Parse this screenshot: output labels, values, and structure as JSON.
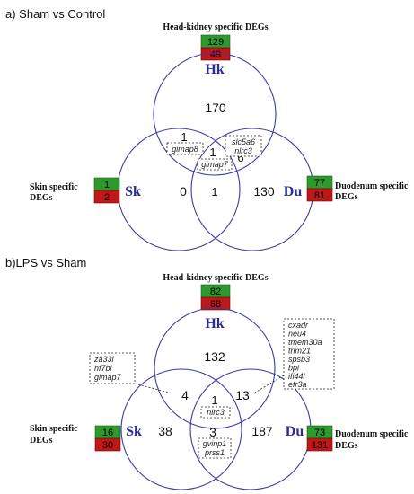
{
  "panel_a": {
    "title": "a) Sham vs Control",
    "hk_header": "Head-kidney specific DEGs",
    "hk_up": "129",
    "hk_down": "49",
    "skin_header_1": "Skin specific",
    "skin_header_2": "DEGs",
    "skin_up": "1",
    "skin_down": "2",
    "du_header_1": "Duodenum specific",
    "du_header_2": "DEGs",
    "du_up": "77",
    "du_down": "81",
    "circle_hk": "Hk",
    "circle_sk": "Sk",
    "circle_du": "Du",
    "n_hk_only": "170",
    "n_sk_only": "0",
    "n_du_only": "130",
    "n_hk_sk": "1",
    "n_hk_du": "6",
    "n_sk_du": "1",
    "n_all": "1",
    "gene_hk_sk": "gimap8",
    "gene_all": "gimap7",
    "genes_hk_du": [
      "slc5a6",
      "nlrc3"
    ]
  },
  "panel_b": {
    "title": "b)LPS vs Sham",
    "hk_header": "Head-kidney specific DEGs",
    "hk_up": "82",
    "hk_down": "68",
    "skin_header_1": "Skin specific",
    "skin_header_2": "DEGs",
    "skin_up": "16",
    "skin_down": "30",
    "du_header_1": "Duodenum specific",
    "du_header_2": "DEGs",
    "du_up": "73",
    "du_down": "131",
    "circle_hk": "Hk",
    "circle_sk": "Sk",
    "circle_du": "Du",
    "n_hk_only": "132",
    "n_sk_only": "38",
    "n_du_only": "187",
    "n_hk_sk": "4",
    "n_hk_du": "13",
    "n_sk_du": "3",
    "n_all": "1",
    "gene_all": "nlrc3",
    "genes_sk_du": [
      "gvinp1",
      "prss1"
    ],
    "genes_hk_sk": [
      "za33l",
      "nf7bl",
      "gimap7"
    ],
    "genes_hk_du": [
      "cxadr",
      "neu4",
      "tmem30a",
      "trim21",
      "spsb3",
      "bpi",
      "ifi44l",
      "efr3a"
    ]
  },
  "colors": {
    "up": "#2e9a2e",
    "down": "#c01818",
    "circle": "#3a3aa8",
    "circle_label": "#2b2b9a"
  }
}
